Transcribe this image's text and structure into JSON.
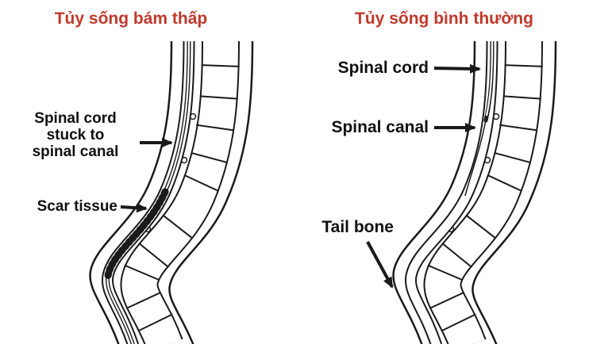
{
  "figure": {
    "background": "#ffffff",
    "title_color": "#c0392b",
    "line_color": "#1a1a1a"
  },
  "left_panel": {
    "title": "Tủy sống bám thấp",
    "labels": {
      "stuck": "Spinal cord\nstuck to\nspinal canal",
      "scar": "Scar tissue"
    }
  },
  "right_panel": {
    "title": "Tủy sống bình thường",
    "labels": {
      "cord": "Spinal cord",
      "canal": "Spinal canal",
      "tail": "Tail bone"
    }
  }
}
